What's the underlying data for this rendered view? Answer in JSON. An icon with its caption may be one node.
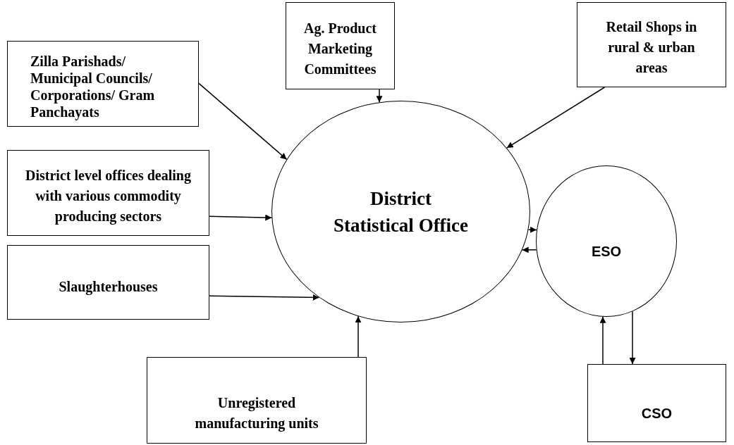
{
  "diagram": {
    "nodes": [
      {
        "text": [
          "Zilla Parishads/ Municipal Councils/ Corporations/ Gram Panchayats"
        ]
      },
      {
        "text": [
          "Ag. Product Marketing Committees"
        ]
      },
      {
        "text": [
          "Retail Shops in rural & urban areas"
        ]
      },
      {
        "text": [
          "District level offices dealing with various commodity producing sectors"
        ]
      },
      {
        "text": [
          "Slaughterhouses"
        ]
      },
      {
        "text": [
          "Unregistered manufacturing units"
        ]
      },
      {
        "text": [
          "District Statistical Office"
        ]
      },
      {
        "text": [
          "ESO"
        ]
      },
      {
        "text": [
          "CSO"
        ]
      }
    ],
    "edges": [
      {
        "from": 0,
        "to": 6,
        "arrow": "to"
      },
      {
        "from": 1,
        "to": 6,
        "arrow": "to"
      },
      {
        "from": 2,
        "to": 6,
        "arrow": "to"
      },
      {
        "from": 3,
        "to": 6,
        "arrow": "to"
      },
      {
        "from": 4,
        "to": 6,
        "arrow": "to"
      },
      {
        "from": 5,
        "to": 6,
        "arrow": "to"
      },
      {
        "from": 6,
        "to": 7,
        "arrow": "to"
      },
      {
        "from": 7,
        "to": 6,
        "arrow": "to"
      },
      {
        "from": 8,
        "to": 7,
        "arrow": "to"
      },
      {
        "from": 7,
        "to": 8,
        "arrow": "to"
      }
    ]
  }
}
